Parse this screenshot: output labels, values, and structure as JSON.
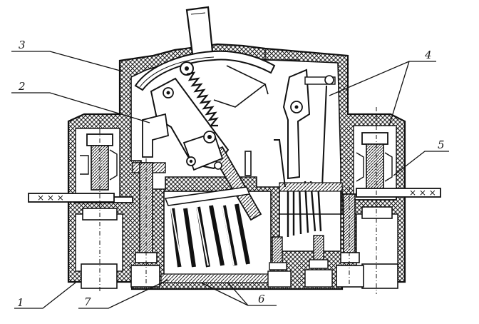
{
  "diagram": {
    "callouts": [
      {
        "id": "1",
        "text": "1"
      },
      {
        "id": "2",
        "text": "2"
      },
      {
        "id": "3",
        "text": "3"
      },
      {
        "id": "4",
        "text": "4"
      },
      {
        "id": "5",
        "text": "5"
      },
      {
        "id": "6",
        "text": "6"
      },
      {
        "id": "7",
        "text": "7"
      }
    ],
    "terminal_marks_left": "× × ×",
    "terminal_marks_right": "× × ×"
  },
  "colors": {
    "ink": "#111111",
    "hatch": "#2a2a2a",
    "paper": "#ffffff"
  }
}
